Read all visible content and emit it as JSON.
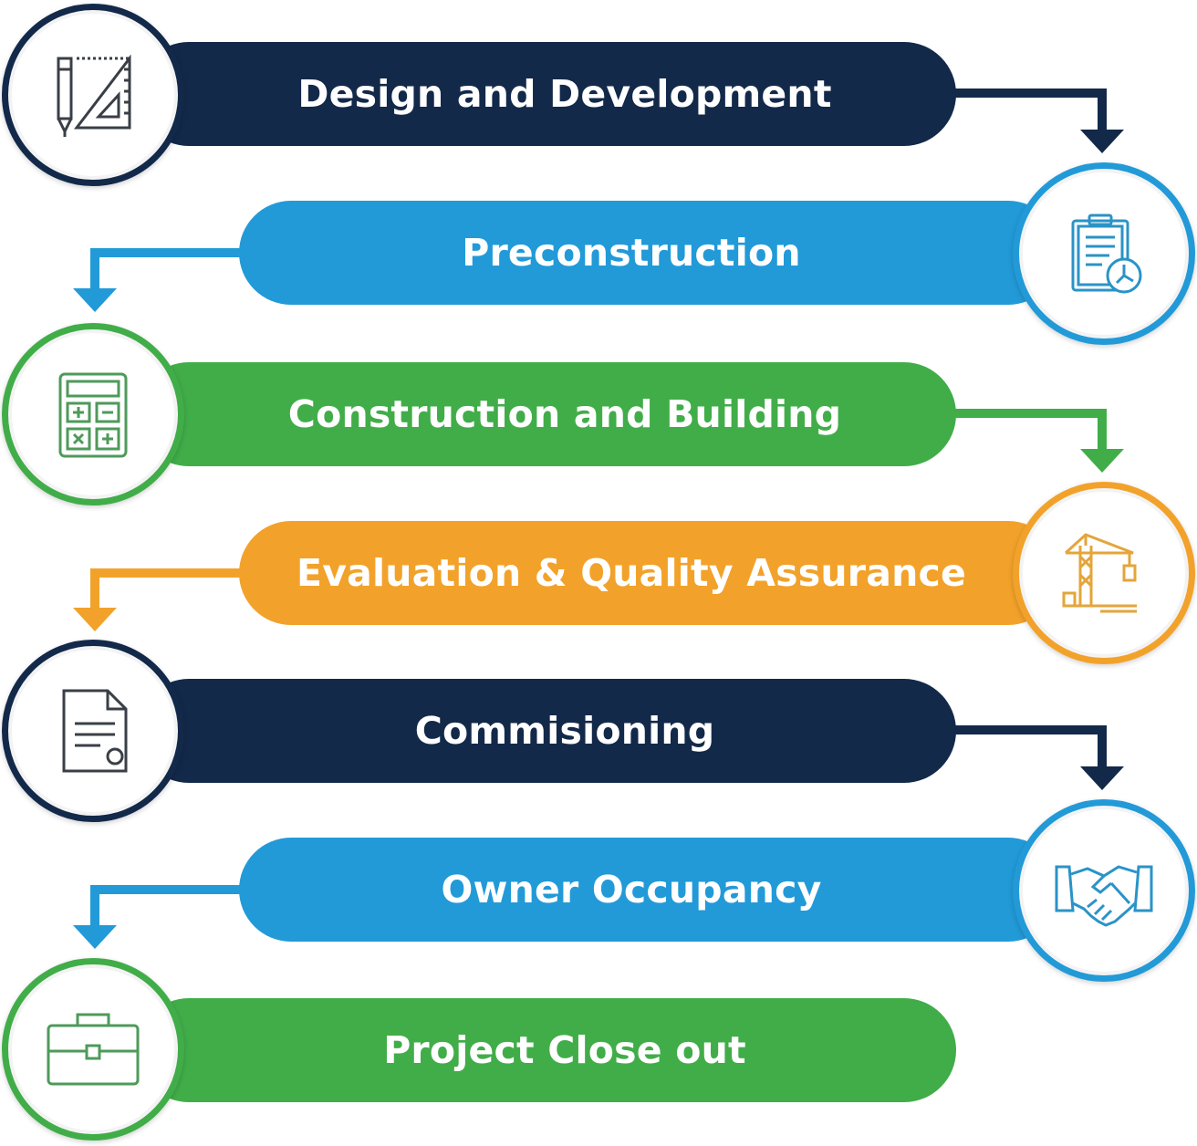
{
  "colors": {
    "navy": "#13294a",
    "blue": "#229ad8",
    "green": "#41ad49",
    "orange": "#f2a22a"
  },
  "steps": [
    {
      "label": "Design and Development",
      "color": "#13294a",
      "icon": "drafting-tools-icon",
      "side": "left"
    },
    {
      "label": "Preconstruction",
      "color": "#229ad8",
      "icon": "clipboard-clock-icon",
      "side": "right"
    },
    {
      "label": "Construction and Building",
      "color": "#41ad49",
      "icon": "calculator-icon",
      "side": "left"
    },
    {
      "label": "Evaluation & Quality Assurance",
      "color": "#f2a22a",
      "icon": "crane-icon",
      "side": "right"
    },
    {
      "label": "Commisioning",
      "color": "#13294a",
      "icon": "document-icon",
      "side": "left"
    },
    {
      "label": "Owner Occupancy",
      "color": "#229ad8",
      "icon": "handshake-icon",
      "side": "right"
    },
    {
      "label": "Project Close out",
      "color": "#41ad49",
      "icon": "briefcase-icon",
      "side": "left"
    }
  ]
}
